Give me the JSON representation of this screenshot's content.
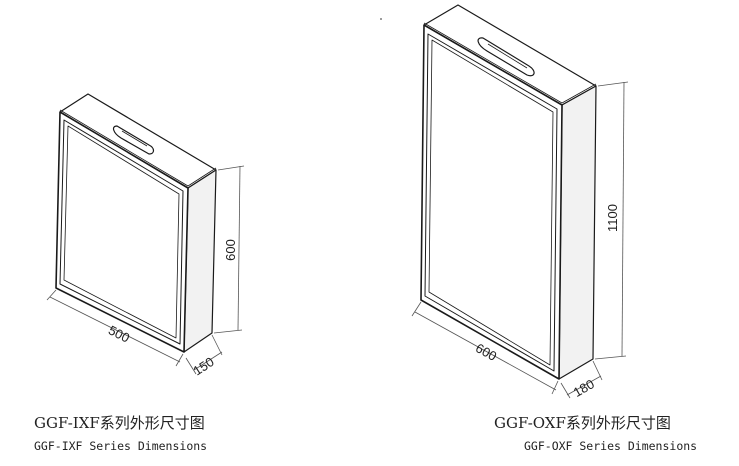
{
  "colors": {
    "stroke": "#1a1a1a",
    "dimension_line": "#555555",
    "panel_fill": "#ffffff",
    "side_fill": "#f2f2f2",
    "text": "#222222"
  },
  "cabinets": [
    {
      "id": "ixf",
      "dims": {
        "width": "500",
        "height": "600",
        "depth": "150"
      },
      "caption_cn": "GGF-IXF系列外形尺寸图",
      "caption_en": "GGF-IXF Series Dimensions"
    },
    {
      "id": "oxf",
      "dims": {
        "width": "600",
        "height": "1100",
        "depth": "180"
      },
      "caption_cn": "GGF-OXF系列外形尺寸图",
      "caption_en": "GGF-OXF Series Dimensions"
    }
  ]
}
